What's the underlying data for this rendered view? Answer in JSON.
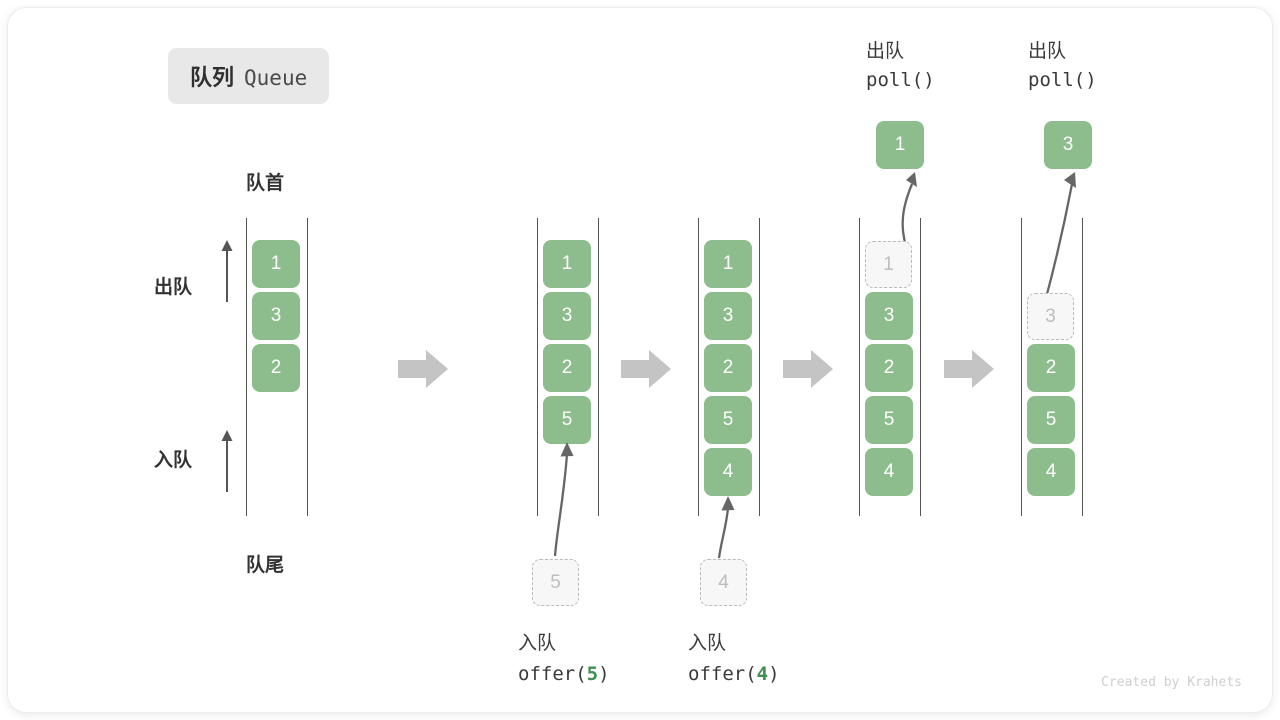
{
  "title": {
    "cn": "队列",
    "en": "Queue"
  },
  "labels": {
    "head": "队首",
    "tail": "队尾",
    "dequeue": "出队",
    "enqueue": "入队"
  },
  "colors": {
    "cell_fill": "#8dbd8d",
    "cell_text": "#ffffff",
    "ghost_fill": "#f7f7f7",
    "ghost_border": "#bbbbbb",
    "ghost_text": "#bdbdbd",
    "rail": "#555555",
    "arrow_gray": "#c4c4c4",
    "accent_green": "#3f8f4f",
    "badge_bg": "#e8e8e8"
  },
  "stages": [
    {
      "name": "initial",
      "cells": [
        "1",
        "3",
        "2"
      ],
      "ghost_index": null,
      "ghost_value": null,
      "side_labels": {
        "top": "队首",
        "bottom": "队尾",
        "up_top": "出队",
        "up_bottom": "入队"
      }
    },
    {
      "name": "after-offer-5",
      "cells": [
        "1",
        "3",
        "2",
        "5"
      ],
      "incoming": "5",
      "caption_cn": "入队",
      "caption_code_prefix": "offer(",
      "caption_code_num": "5",
      "caption_code_suffix": ")"
    },
    {
      "name": "after-offer-4",
      "cells": [
        "1",
        "3",
        "2",
        "5",
        "4"
      ],
      "incoming": "4",
      "caption_cn": "入队",
      "caption_code_prefix": "offer(",
      "caption_code_num": "4",
      "caption_code_suffix": ")"
    },
    {
      "name": "after-poll-1",
      "cells": [
        "1",
        "3",
        "2",
        "5",
        "4"
      ],
      "ghost_index": 0,
      "popped": "1",
      "header_cn": "出队",
      "header_code": "poll()"
    },
    {
      "name": "after-poll-3",
      "cells": [
        "3",
        "2",
        "5",
        "4"
      ],
      "ghost_index": 0,
      "popped": "3",
      "header_cn": "出队",
      "header_code": "poll()"
    }
  ],
  "transitions": [
    "step-arrow",
    "step-arrow",
    "step-arrow",
    "step-arrow"
  ],
  "footer": "Created by Krahets"
}
